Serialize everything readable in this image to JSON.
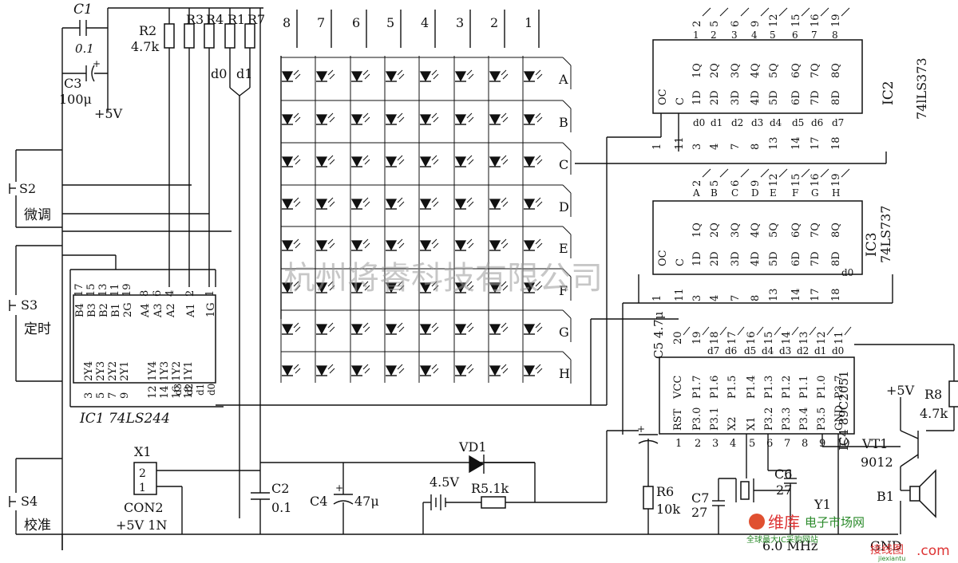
{
  "components": {
    "C1": "C1",
    "C1_val": "0.1",
    "C3": "C3",
    "C3_val": "100μ",
    "plus5v_top": "+5V",
    "R2": "R2",
    "R2_val": "4.7k",
    "R3": "R3",
    "R4": "R4",
    "R1": "R1",
    "R7": "R7",
    "d0": "d0",
    "d1": "d1",
    "C2": "C2",
    "C2_val": "0.1",
    "C4": "C4",
    "C4_val": "47μ",
    "VD1": "VD1",
    "batt_val": "4.5V",
    "R5": "R5.1k",
    "R6": "R6",
    "R6_val": "10k",
    "C7": "C7",
    "C7_val": "27",
    "C6": "C6",
    "C6_val": "27",
    "Y1": "Y1",
    "Y1_val": "6.0 MHz",
    "C5": "C5 4.7μ",
    "R8": "R8",
    "R8_val": "4.7k",
    "plus5v_r": "+5V",
    "VT1": "VT1",
    "VT1_val": "9012",
    "B1": "B1",
    "GND": "GND",
    "X1": "X1",
    "CON2": "CON2",
    "con_label": "+5V 1N"
  },
  "switches": [
    {
      "ref": "S2",
      "label": "微调"
    },
    {
      "ref": "S3",
      "label": "定时"
    },
    {
      "ref": "S4",
      "label": "校准"
    }
  ],
  "ic1": {
    "name": "IC1  74LS244",
    "top_pins": [
      "17",
      "15",
      "13",
      "11",
      "19",
      "8",
      "6",
      "4",
      "2",
      "1"
    ],
    "top_labels": [
      "B4",
      "B3",
      "B2",
      "B1",
      "2G",
      "A4",
      "A3",
      "A2",
      "A1",
      "1G"
    ],
    "bot_labels": [
      "2Y4",
      "2Y3",
      "2Y2",
      "2Y1",
      "1Y4",
      "1Y3",
      "1Y2",
      "1Y1"
    ],
    "bot_pins": [
      "3",
      "5",
      "7",
      "9",
      "12",
      "14",
      "16",
      "18"
    ],
    "bot_d": [
      "d3",
      "d2",
      "d1",
      "d0"
    ]
  },
  "ic2": {
    "name": "IC2",
    "part": "74lLS373",
    "top_pins": [
      "2",
      "5",
      "6",
      "9",
      "12",
      "15",
      "16",
      "19"
    ],
    "in_pins": [
      "1",
      "2",
      "3",
      "4",
      "5",
      "6",
      "7",
      "8"
    ],
    "q_labels": [
      "1Q",
      "2Q",
      "3Q",
      "4Q",
      "5Q",
      "6Q",
      "7Q",
      "8Q"
    ],
    "oc": "OC",
    "c": "C",
    "d_labels": [
      "1D",
      "2D",
      "3D",
      "4D",
      "5D",
      "6D",
      "7D",
      "8D"
    ],
    "bus": [
      "d0",
      "d1",
      "d2",
      "d3",
      "d4",
      "d5",
      "d6",
      "d7"
    ],
    "bot_pins": [
      "1",
      "11",
      "3",
      "4",
      "7",
      "8",
      "13",
      "14",
      "17",
      "18"
    ]
  },
  "ic3": {
    "name": "IC3",
    "part": "74LS737",
    "top_pins": [
      "2",
      "5",
      "6",
      "9",
      "12",
      "15",
      "16",
      "19"
    ],
    "seg": [
      "A",
      "B",
      "C",
      "D",
      "E",
      "F",
      "G",
      "H"
    ],
    "q_labels": [
      "1Q",
      "2Q",
      "3Q",
      "4Q",
      "5Q",
      "6Q",
      "7Q",
      "8Q"
    ],
    "oc": "OC",
    "c": "C",
    "d_labels": [
      "1D",
      "2D",
      "3D",
      "4D",
      "5D",
      "6D",
      "7D",
      "8D"
    ],
    "d0": "d0",
    "bot_pins": [
      "1",
      "11",
      "3",
      "4",
      "7",
      "8",
      "13",
      "14",
      "17",
      "18"
    ]
  },
  "ic4": {
    "name": "IC4 89C2051",
    "top_pins": [
      "20",
      "19",
      "18",
      "17",
      "16",
      "15",
      "14",
      "13",
      "12",
      "11"
    ],
    "d_labels": [
      "d7",
      "d6",
      "d5",
      "d4",
      "d3",
      "d2",
      "d1",
      "d0"
    ],
    "top_labels": [
      "VCC",
      "P1.7",
      "P1.6",
      "P1.5",
      "P1.4",
      "P1.3",
      "P1.2",
      "P1.1",
      "P1.0",
      "P3.7"
    ],
    "bot_labels": [
      "RST",
      "P3.0",
      "P3.1",
      "X2",
      "X1",
      "P3.2",
      "P3.3",
      "P3.4",
      "P3.5",
      "GND"
    ],
    "bot_pins": [
      "1",
      "2",
      "3",
      "4",
      "5",
      "6",
      "7",
      "8",
      "9",
      "10"
    ]
  },
  "matrix": {
    "cols": [
      "8",
      "7",
      "6",
      "5",
      "4",
      "3",
      "2",
      "1"
    ],
    "rows": [
      "A",
      "B",
      "C",
      "D",
      "E",
      "F",
      "G",
      "H"
    ]
  },
  "watermark": "杭州将睿科技有限公司",
  "logo": {
    "a": "维库",
    "b": "电子市场网",
    "c": "全球最大IC采购网站",
    "d": "接线图",
    "e": ".com",
    "f": "jiexiantu"
  }
}
